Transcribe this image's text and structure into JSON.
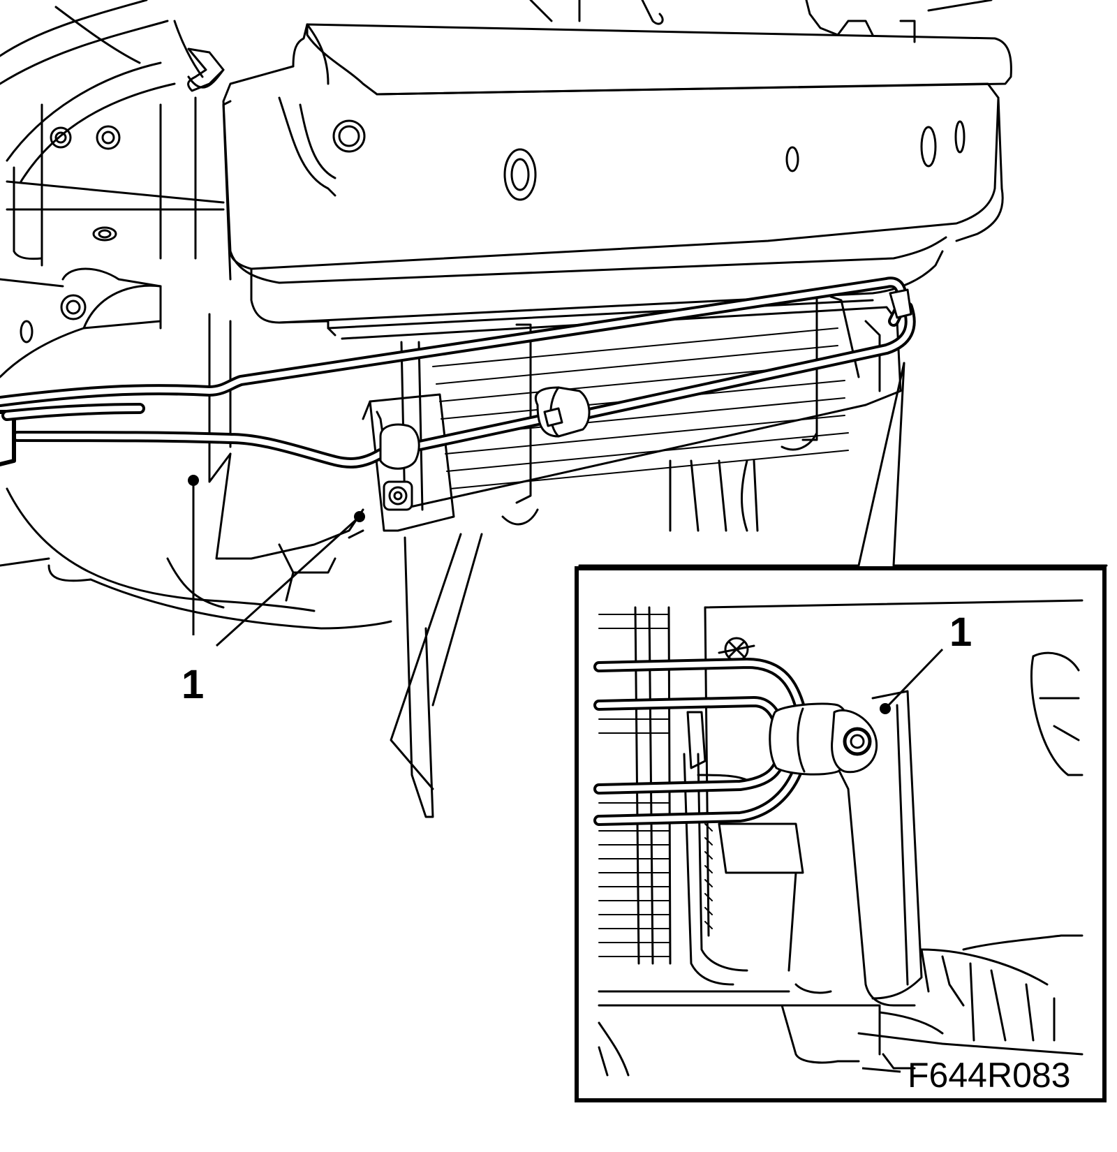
{
  "callouts": {
    "main_label": "1",
    "inset_label": "1"
  },
  "figure_code": "F644R083",
  "colors": {
    "line": "#000000",
    "background": "#ffffff"
  }
}
